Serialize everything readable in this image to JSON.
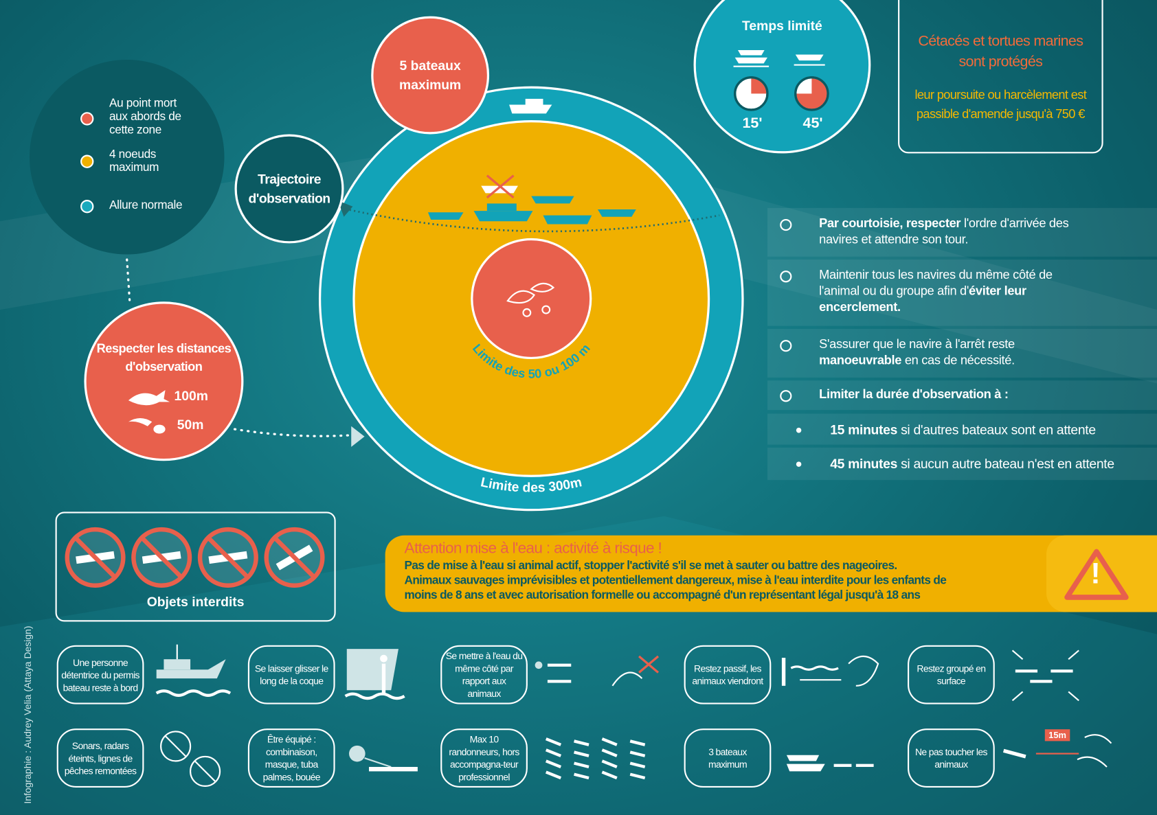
{
  "colors": {
    "red": "#e8604c",
    "yellow": "#f0b000",
    "cyan": "#12a3b8",
    "dark": "#0b5a62",
    "orange": "#f26b3a"
  },
  "legend": {
    "items": [
      {
        "label_line1": "Au point mort",
        "label_line2": "aux abords de",
        "label_line3": "cette zone",
        "color": "#e8604c"
      },
      {
        "label_line1": "4 noeuds",
        "label_line2": "maximum",
        "label_line3": "",
        "color": "#f0b000"
      },
      {
        "label_line1": "Allure normale",
        "label_line2": "",
        "label_line3": "",
        "color": "#1aa9bd"
      }
    ]
  },
  "distances": {
    "title_line1": "Respecter les distances",
    "title_line2": "d'observation",
    "whale": "100m",
    "dolphin_turtle": "50m"
  },
  "trajectory": {
    "line1": "Trajectoire",
    "line2": "d'observation"
  },
  "boats_max": {
    "line1": "5  bateaux",
    "line2": "maximum"
  },
  "zones": {
    "inner_limit": "Limite des 50 ou 100 m",
    "outer_limit": "Limite des 300m"
  },
  "time_limit": {
    "title": "Temps limité",
    "clocks": [
      {
        "label": "15'",
        "fraction": 0.25
      },
      {
        "label": "45'",
        "fraction": 0.75
      }
    ]
  },
  "protected": {
    "title_line1": "Cétacés et tortues marines",
    "title_line2": "sont protégés",
    "fine_line1": "leur poursuite ou  harcèlement est",
    "fine_line2": "passible d'amende jusqu'à 750 €"
  },
  "rules": [
    {
      "l1": [
        {
          "b": "Par courtoisie, respecter"
        },
        {
          "t": " l'ordre d'arrivée des"
        }
      ],
      "l2": [
        {
          "t": "navires et attendre son tour."
        }
      ]
    },
    {
      "l1": [
        {
          "t": "Maintenir tous les navires du même côté de"
        }
      ],
      "l2": [
        {
          "t": "l'animal ou du groupe afin d'"
        },
        {
          "b": "éviter leur"
        }
      ],
      "l3": [
        {
          "b": "encerclement."
        }
      ]
    },
    {
      "l1": [
        {
          "t": "S'assurer que le navire à l'arrêt reste"
        }
      ],
      "l2": [
        {
          "b": "manoeuvrable"
        },
        {
          "t": " en cas de nécessité."
        }
      ]
    },
    {
      "l1": [
        {
          "b": "Limiter la durée d'observation à :"
        }
      ]
    }
  ],
  "subrules": [
    {
      "b": "15 minutes",
      "t": " si d'autres bateaux sont en attente"
    },
    {
      "b": "45 minutes",
      "t": " si aucun autre bateau n'est en attente"
    }
  ],
  "forbidden": {
    "label": "Objets interdits",
    "icons": [
      "harpoon-icon",
      "speargun-icon",
      "camera-flash-icon",
      "flashlight-icon"
    ]
  },
  "warning": {
    "title": "Attention mise à l'eau : activité à risque !",
    "line1": "Pas de mise à l'eau si animal actif, stopper l'activité s'il se met à sauter ou battre des nageoires.",
    "line2": "Animaux sauvages imprévisibles et potentiellement dangereux, mise à l'eau interdite pour les enfants de",
    "line3": "moins de 8 ans et avec autorisation formelle ou accompagné d'un représentant légal jusqu'à 18 ans",
    "icon": "!"
  },
  "tips": [
    {
      "text": "Une personne détentrice du permis bateau reste à bord"
    },
    {
      "text": "Se laisser glisser le long de la coque"
    },
    {
      "text": "Se mettre à l'eau du même côté par rapport aux animaux"
    },
    {
      "text": "Restez passif, les animaux viendront"
    },
    {
      "text": "Restez groupé en surface"
    },
    {
      "text": "Sonars, radars éteints, lignes de pêches remontées"
    },
    {
      "text": "Être équipé : combinaison, masque, tuba palmes, bouée"
    },
    {
      "text": "Max 10 randonneurs, hors accompagna-teur professionnel"
    },
    {
      "text": "3 bateaux maximum"
    },
    {
      "text": "Ne pas toucher les animaux"
    }
  ],
  "touch_distance": "15m",
  "credit": "Infographie : Audrey Velia (Attaya Design)"
}
